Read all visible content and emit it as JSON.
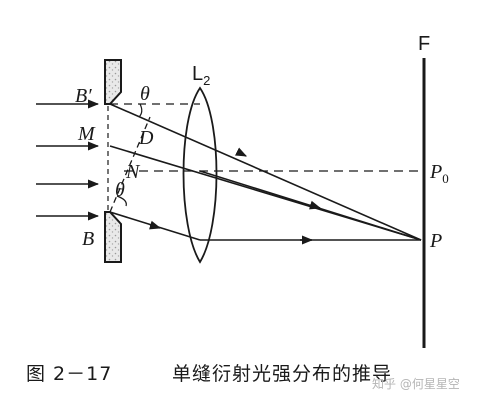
{
  "figure": {
    "labels": {
      "b_prime": "B′",
      "m": "M",
      "b": "B",
      "d": "D",
      "n": "N",
      "theta_top": "θ",
      "theta_bottom": "θ",
      "lens_main": "L",
      "lens_sub": "2",
      "screen": "F",
      "p0_main": "P",
      "p0_sub": "0",
      "p": "P"
    },
    "caption": {
      "number": "图 2－17",
      "title": "单缝衍射光强分布的推导"
    },
    "watermark": "知乎 @何星星空"
  }
}
